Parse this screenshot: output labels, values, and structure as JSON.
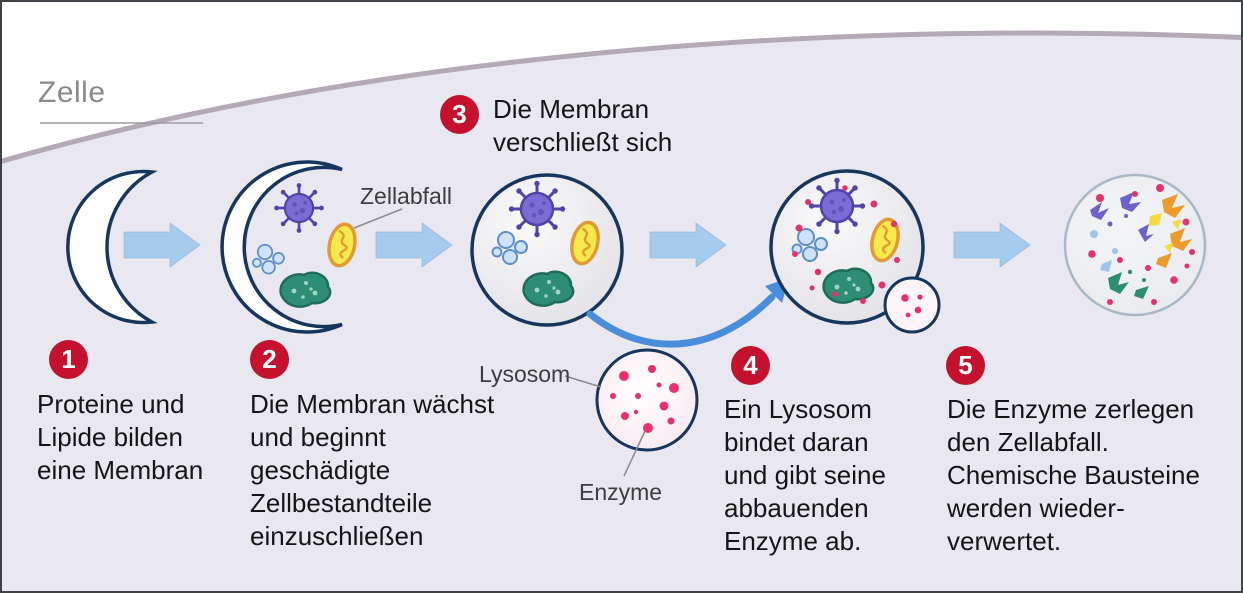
{
  "diagram_title": "Zelle",
  "labels": {
    "zellabfall": "Zellabfall",
    "lysosom": "Lysosom",
    "enzyme": "Enzyme"
  },
  "steps": [
    {
      "number": "1",
      "text": "Proteine und Lipide bilden eine Membran"
    },
    {
      "number": "2",
      "text": "Die Membran wächst und beginnt geschädigte Zellbestandteile einzuschließen"
    },
    {
      "number": "3",
      "text": "Die Membran verschließt sich"
    },
    {
      "number": "4",
      "text": "Ein Lysosom bindet daran und gibt seine abbauenden Enzyme ab."
    },
    {
      "number": "5",
      "text": "Die Enzyme zerlegen den Zellabfall. Chemische Bausteine werden wieder-verwertet."
    }
  ],
  "colors": {
    "step_badge": "#c4122e",
    "flow_arrow": "#a6cbec",
    "fusion_arrow": "#4a8edb",
    "membrane_outline": "#17365e",
    "cell_background": "#e9e8f0",
    "cell_border": "#b5a9b7",
    "enzyme_dot": "#e5326e",
    "virus": "#7a6cd4",
    "mitochondrion": "#f6e94e",
    "debris_green": "#2e8e74",
    "vesicle_blue": "#cfe3f6"
  }
}
